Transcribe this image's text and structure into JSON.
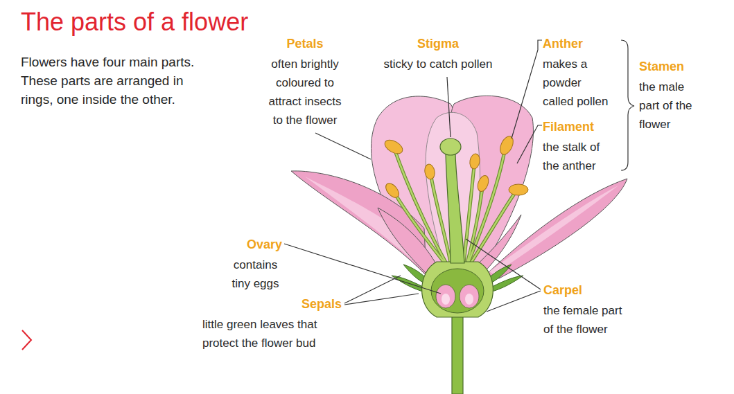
{
  "diagram": {
    "title": "The parts of a flower",
    "labels": [
      "Flowers have four main parts. These parts are arranged in rings, one inside the other.",
      "Petals",
      "often brightly coloured to attract insects to the flower",
      "Stigma",
      "sticky to catch pollen",
      "Anther",
      "makes a powder called pollen",
      "Filament",
      "the stalk of the anther",
      "Stamen",
      "the male part of the flower",
      "Ovary",
      "contains tiny eggs",
      "Sepals",
      "little green leaves that protect the flower bud",
      "Carpel",
      "the female part of the flower"
    ]
  }
}
